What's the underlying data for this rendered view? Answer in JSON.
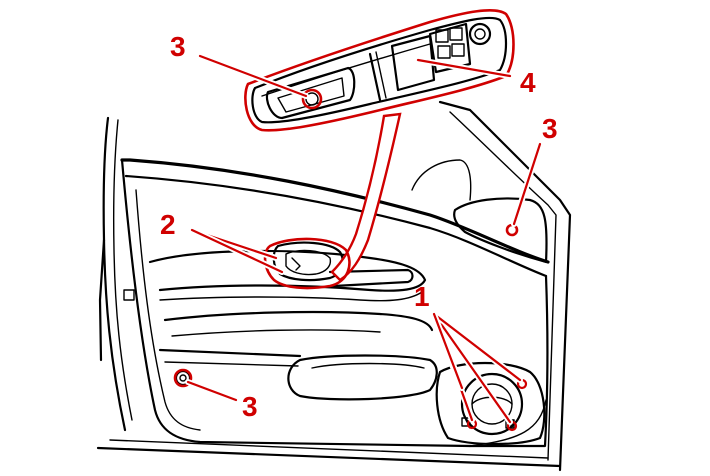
{
  "figure": {
    "accent_color": "#d00000",
    "labels": {
      "switch_panel_screw": "3",
      "switch_panel": "4",
      "upper_trim_screw": "3",
      "handle_bezel": "2",
      "speaker_clips": "1",
      "lower_trim_screw": "3"
    }
  }
}
